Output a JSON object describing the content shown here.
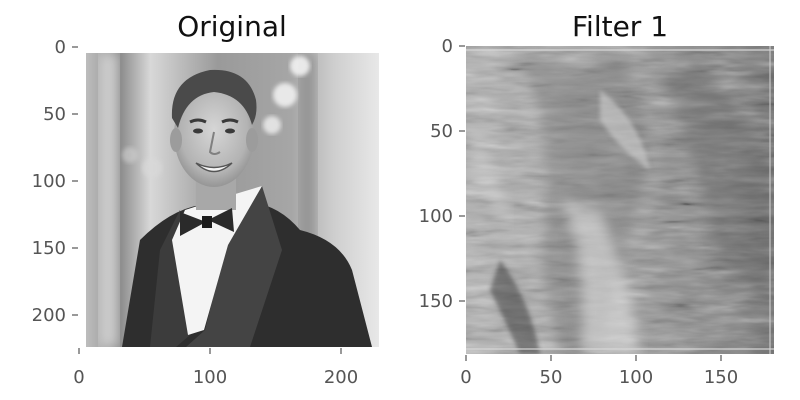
{
  "panels": [
    {
      "title": "Original",
      "x_ticks": [
        0,
        100,
        200
      ],
      "y_ticks": [
        0,
        50,
        100,
        150,
        200
      ],
      "x_range": [
        0,
        224
      ],
      "y_range": [
        0,
        224
      ],
      "image": "grayscale portrait photo of a man in a dark suit and bow tie against blurred bokeh background"
    },
    {
      "title": "Filter 1",
      "x_ticks": [
        0,
        50,
        100,
        150
      ],
      "y_ticks": [
        0,
        50,
        100,
        150
      ],
      "x_range": [
        0,
        181
      ],
      "y_range": [
        0,
        181
      ],
      "image": "grayscale streaked filter response map"
    }
  ]
}
